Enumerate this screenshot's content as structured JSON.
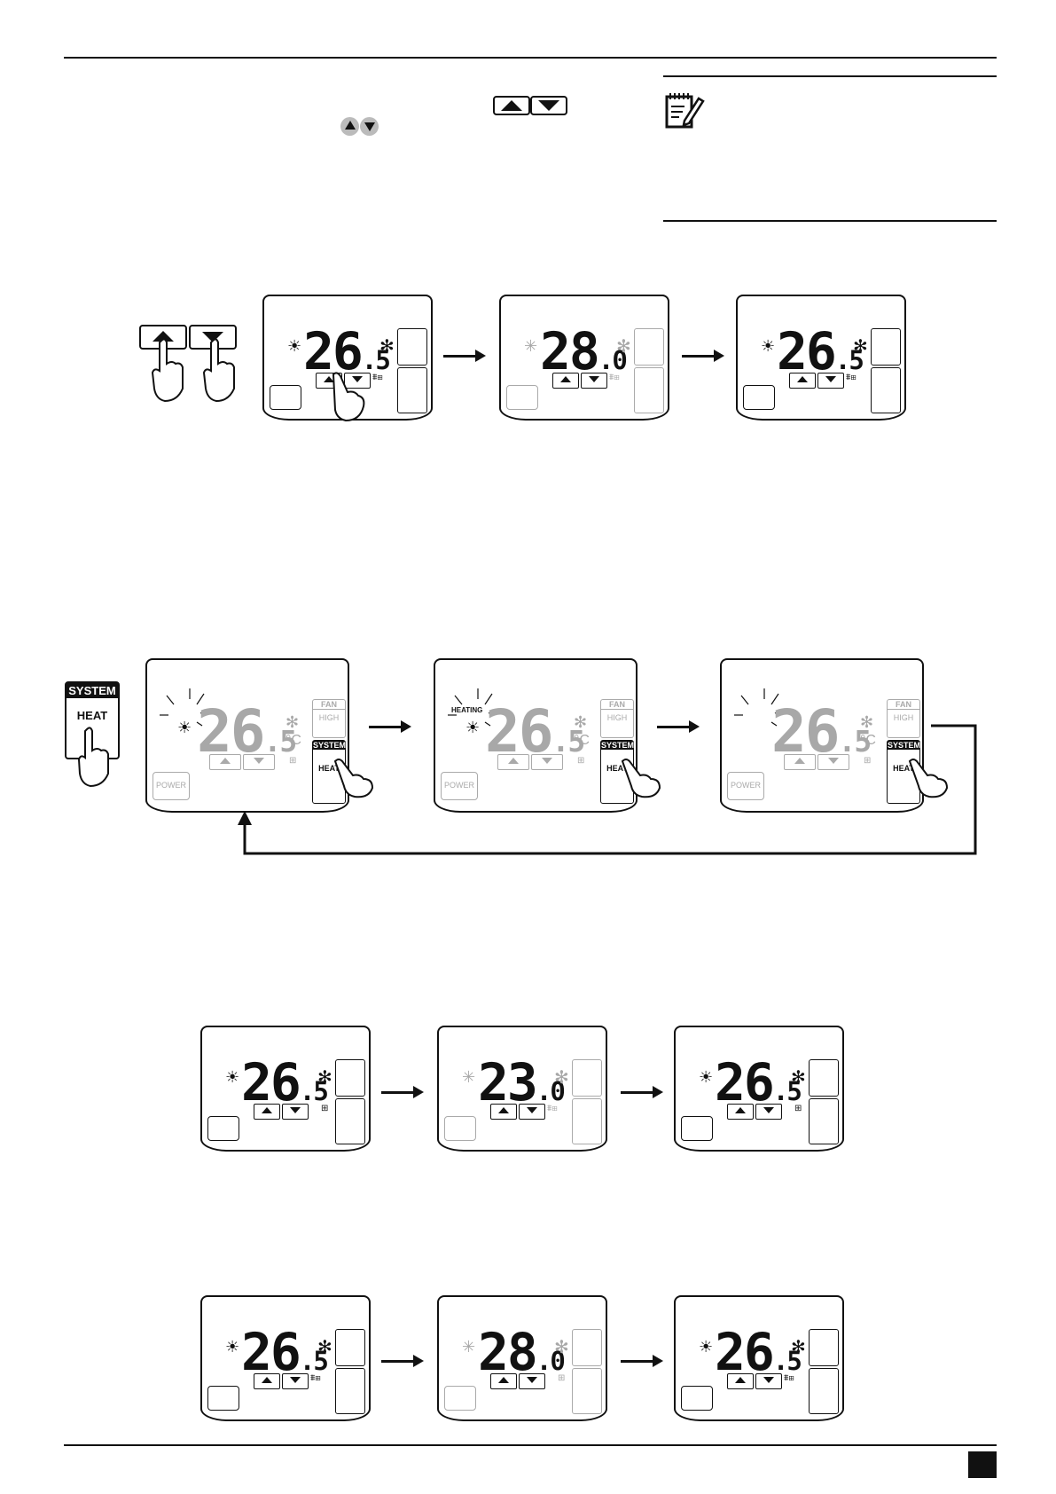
{
  "top_note_icon": "notepad-pencil-icon",
  "keys": {
    "up_icon": "triangle-up-icon",
    "down_icon": "triangle-down-icon"
  },
  "row1": {
    "displays": [
      {
        "temp_int": "26",
        "temp_dec": "5",
        "dim": false
      },
      {
        "temp_int": "28",
        "temp_dec": "0",
        "dim": true
      },
      {
        "temp_int": "26",
        "temp_dec": "5",
        "dim": false
      }
    ]
  },
  "row2": {
    "system_key": {
      "top": "SYSTEM",
      "bottom": "HEAT"
    },
    "displays": [
      {
        "temp_int": "26",
        "temp_dec": "5",
        "unit": "°C",
        "heating_label": "",
        "fan_label": "FAN",
        "fan_value": "HIGH",
        "system_label": "SYSTEM",
        "system_value": "HEAT",
        "power_label": "POWER"
      },
      {
        "temp_int": "26",
        "temp_dec": "5",
        "unit": "°C",
        "heating_label": "HEATING",
        "fan_label": "FAN",
        "fan_value": "HIGH",
        "system_label": "SYSTEM",
        "system_value": "HEAT",
        "power_label": "POWER"
      },
      {
        "temp_int": "26",
        "temp_dec": "5",
        "unit": "°C",
        "heating_label": "",
        "fan_label": "FAN",
        "fan_value": "HIGH",
        "system_label": "SYSTEM",
        "system_value": "HEAT",
        "power_label": "POWER"
      }
    ]
  },
  "row3": {
    "displays": [
      {
        "temp_int": "26",
        "temp_dec": "5",
        "dim": false
      },
      {
        "temp_int": "23",
        "temp_dec": "0",
        "dim": true
      },
      {
        "temp_int": "26",
        "temp_dec": "5",
        "dim": false
      }
    ]
  },
  "row4": {
    "displays": [
      {
        "temp_int": "26",
        "temp_dec": "5",
        "dim": false
      },
      {
        "temp_int": "28",
        "temp_dec": "0",
        "dim": true
      },
      {
        "temp_int": "26",
        "temp_dec": "5",
        "dim": false
      }
    ]
  }
}
